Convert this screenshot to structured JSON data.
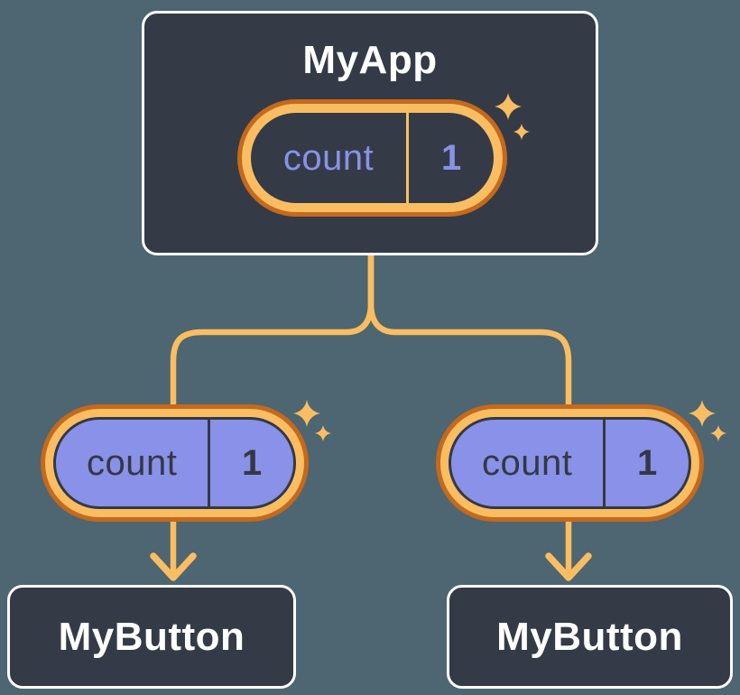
{
  "colors": {
    "background": "#4D6671",
    "panel": "#343B47",
    "panel_border": "#FFFFFF",
    "accent_orange_light": "#FABD62",
    "accent_orange_dark": "#C4691D",
    "state_purple": "#8A91E8",
    "text_light": "#FFFFFF",
    "text_dark": "#333945"
  },
  "icons": {
    "sparkle": "sparkle-icon (four-point star)",
    "arrow": "arrow-down-icon (orange chevron arrow)"
  },
  "tree": {
    "root": {
      "title": "MyApp",
      "state": {
        "name": "count",
        "value": "1"
      }
    },
    "children": [
      {
        "title": "MyButton",
        "state": {
          "name": "count",
          "value": "1"
        }
      },
      {
        "title": "MyButton",
        "state": {
          "name": "count",
          "value": "1"
        }
      }
    ]
  }
}
